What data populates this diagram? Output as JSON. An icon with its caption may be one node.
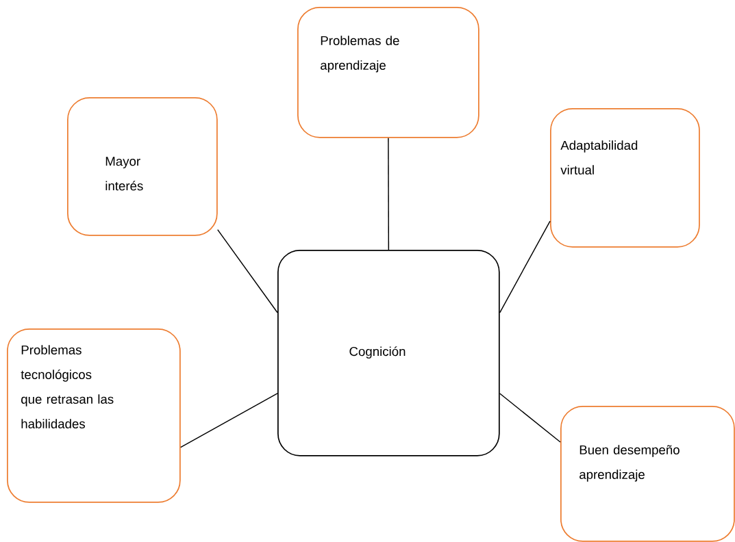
{
  "diagram": {
    "nodes": [
      {
        "text": [
          "Problemas de aprendizaje"
        ]
      },
      {
        "text": [
          "Mayor interés"
        ]
      },
      {
        "text": [
          "Adaptabilidad virtual"
        ]
      },
      {
        "text": [
          "Cognición"
        ]
      },
      {
        "text": [
          "Problemas tecnológicos que retrasan las habilidades"
        ]
      },
      {
        "text": [
          "Buen desempeño aprendizaje"
        ]
      }
    ],
    "edges": [
      {
        "from": 3,
        "to": 0,
        "arrow": "none"
      },
      {
        "from": 3,
        "to": 1,
        "arrow": "none"
      },
      {
        "from": 3,
        "to": 2,
        "arrow": "none"
      },
      {
        "from": 3,
        "to": 4,
        "arrow": "none"
      },
      {
        "from": 3,
        "to": 5,
        "arrow": "none"
      }
    ]
  }
}
